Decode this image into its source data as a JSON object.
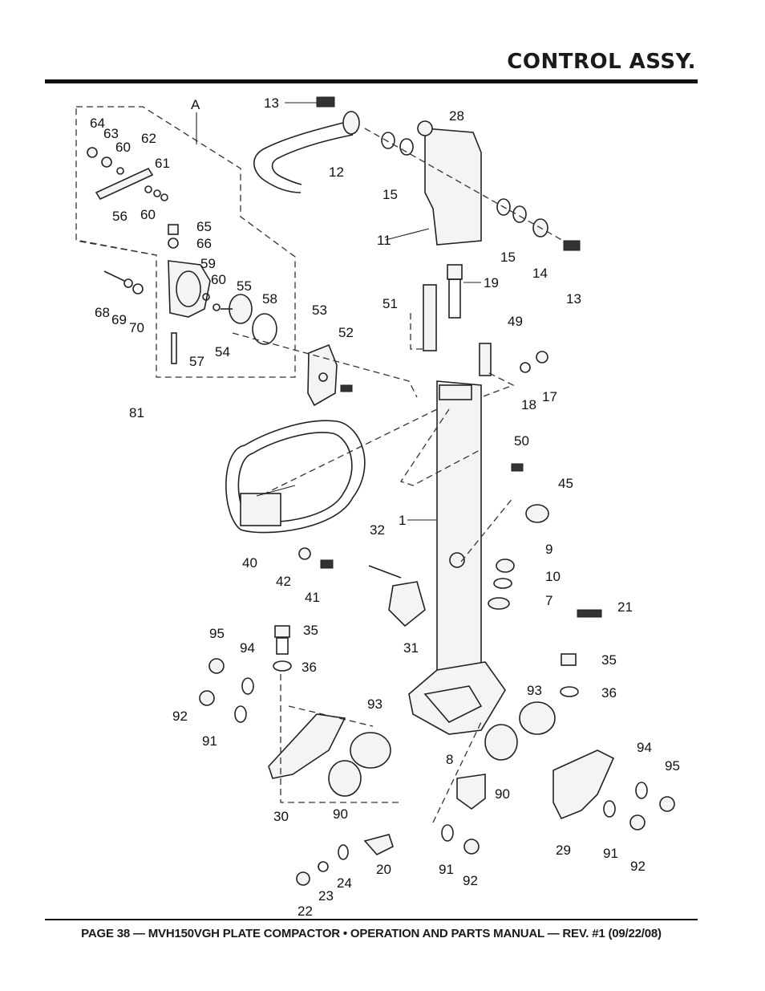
{
  "header": {
    "title": "CONTROL ASSY."
  },
  "footer": {
    "text": "PAGE 38 — MVH150VGH PLATE COMPACTOR • OPERATION AND PARTS MANUAL — REV. #1 (09/22/08)"
  },
  "diagram": {
    "callouts": [
      "A",
      "13",
      "28",
      "12",
      "15",
      "11",
      "15",
      "14",
      "13",
      "64",
      "63",
      "60",
      "62",
      "61",
      "56",
      "60",
      "65",
      "66",
      "59",
      "60",
      "55",
      "58",
      "68",
      "69",
      "70",
      "54",
      "57",
      "53",
      "52",
      "19",
      "51",
      "49",
      "18",
      "17",
      "81",
      "50",
      "45",
      "1",
      "40",
      "42",
      "41",
      "32",
      "9",
      "10",
      "7",
      "31",
      "21",
      "35",
      "95",
      "94",
      "36",
      "35",
      "36",
      "92",
      "91",
      "93",
      "93",
      "30",
      "90",
      "8",
      "90",
      "29",
      "94",
      "95",
      "91",
      "92",
      "20",
      "91",
      "92",
      "22",
      "23",
      "24"
    ]
  }
}
